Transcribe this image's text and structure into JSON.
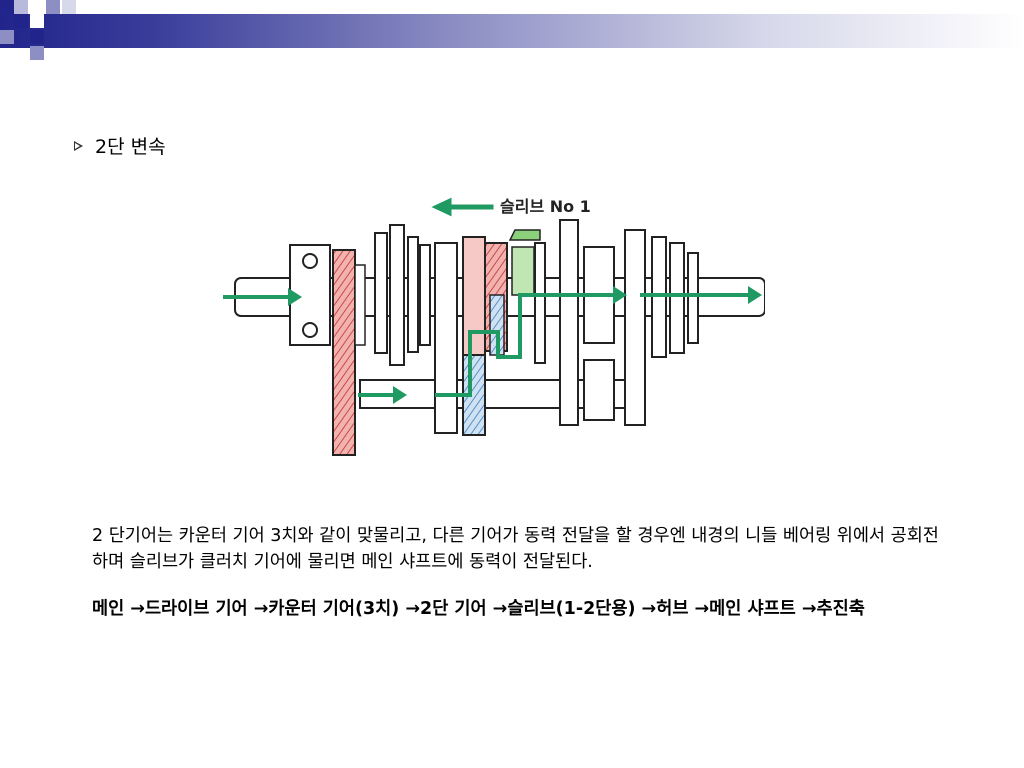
{
  "slide": {
    "bullet_title": "2단 변속",
    "description": " 2 단기어는 카운터 기어 3치와 같이 맞물리고, 다른 기어가 동력 전달을 할 경우엔 내경의 니들 베어링 위에서 공회전하며 슬리브가 클러치 기어에 물리면 메인 샤프트에 동력이 전달된다.",
    "power_path": " 메인 →드라이브 기어 →카운터 기어(3치) →2단 기어 →슬리브(1-2단용) →허브 →메인 샤프트 →추진축"
  },
  "diagram": {
    "sleeve_label": "슬리브 No 1",
    "colors": {
      "arrow": "#1f9a62",
      "gear_red": "#d9534f",
      "gear_blue": "#5b9bd5",
      "sleeve_green": "#8bd17c"
    },
    "icons": [
      "arrow-left-icon",
      "arrow-right-icon"
    ]
  },
  "theme": {
    "header_dark": "#21248a",
    "header_mid": "#8d8fc4"
  }
}
